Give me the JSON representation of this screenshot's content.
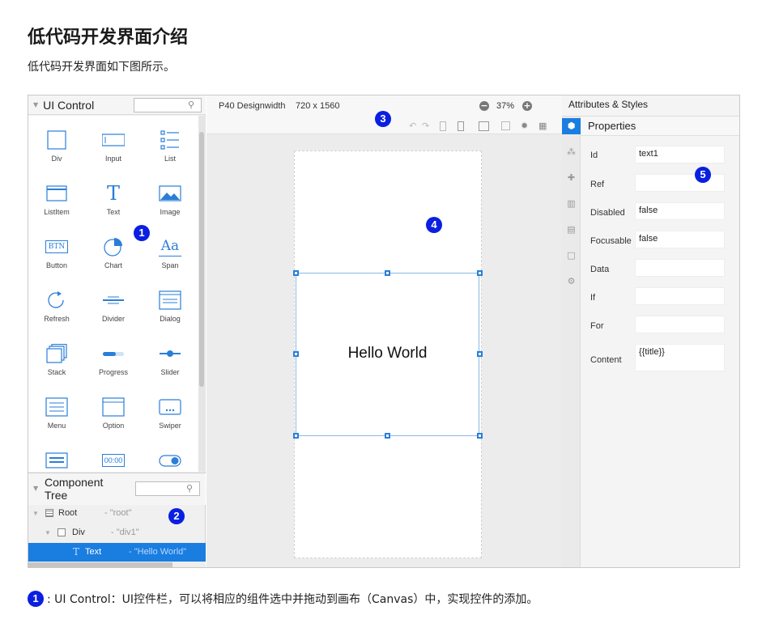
{
  "doc": {
    "title": "低代码开发界面介绍",
    "intro": "低代码开发界面如下图所示。"
  },
  "ui_control": {
    "title": "UI Control",
    "items": [
      {
        "label": "Div",
        "icon": "div-icon"
      },
      {
        "label": "Input",
        "icon": "input-icon"
      },
      {
        "label": "List",
        "icon": "list-icon"
      },
      {
        "label": "ListItem",
        "icon": "listitem-icon"
      },
      {
        "label": "Text",
        "icon": "text-icon"
      },
      {
        "label": "Image",
        "icon": "image-icon"
      },
      {
        "label": "Button",
        "icon": "button-icon"
      },
      {
        "label": "Chart",
        "icon": "chart-icon"
      },
      {
        "label": "Span",
        "icon": "span-icon"
      },
      {
        "label": "Refresh",
        "icon": "refresh-icon"
      },
      {
        "label": "Divider",
        "icon": "divider-icon"
      },
      {
        "label": "Dialog",
        "icon": "dialog-icon"
      },
      {
        "label": "Stack",
        "icon": "stack-icon"
      },
      {
        "label": "Progress",
        "icon": "progress-icon"
      },
      {
        "label": "Slider",
        "icon": "slider-icon"
      },
      {
        "label": "Menu",
        "icon": "menu-icon"
      },
      {
        "label": "Option",
        "icon": "option-icon"
      },
      {
        "label": "Swiper",
        "icon": "swiper-icon"
      }
    ],
    "btn_text": "BTN",
    "text_glyph": "T",
    "span_glyph": "Aa",
    "picker_text": "00:00"
  },
  "component_tree": {
    "title": "Component Tree",
    "rows": [
      {
        "name": "Root",
        "value": "- \"root\""
      },
      {
        "name": "Div",
        "value": "- \"div1\""
      },
      {
        "name": "Text",
        "value": "- \"Hello World\""
      }
    ]
  },
  "toolbar": {
    "device": "P40 Designwidth",
    "size": "720 x 1560",
    "zoom": "37%",
    "zoom_out": "−",
    "zoom_in": "+"
  },
  "canvas": {
    "hello": "Hello World"
  },
  "right_panel": {
    "attr_title": "Attributes & Styles",
    "props_title": "Properties",
    "props": [
      {
        "label": "Id",
        "value": "text1"
      },
      {
        "label": "Ref",
        "value": ""
      },
      {
        "label": "Disabled",
        "value": "false"
      },
      {
        "label": "Focusable",
        "value": "false"
      },
      {
        "label": "Data",
        "value": ""
      },
      {
        "label": "If",
        "value": ""
      },
      {
        "label": "For",
        "value": ""
      },
      {
        "label": "Content",
        "value": "{{title}}"
      }
    ]
  },
  "badges": [
    "1",
    "2",
    "3",
    "4",
    "5"
  ],
  "footnote": {
    "badge": "1",
    "text": ": UI Control：UI控件栏，可以将相应的组件选中并拖动到画布（Canvas）中，实现控件的添加。"
  },
  "colors": {
    "accent": "#1a7de0",
    "badge": "#0a1fe0",
    "handle": "#2a7ed8"
  }
}
